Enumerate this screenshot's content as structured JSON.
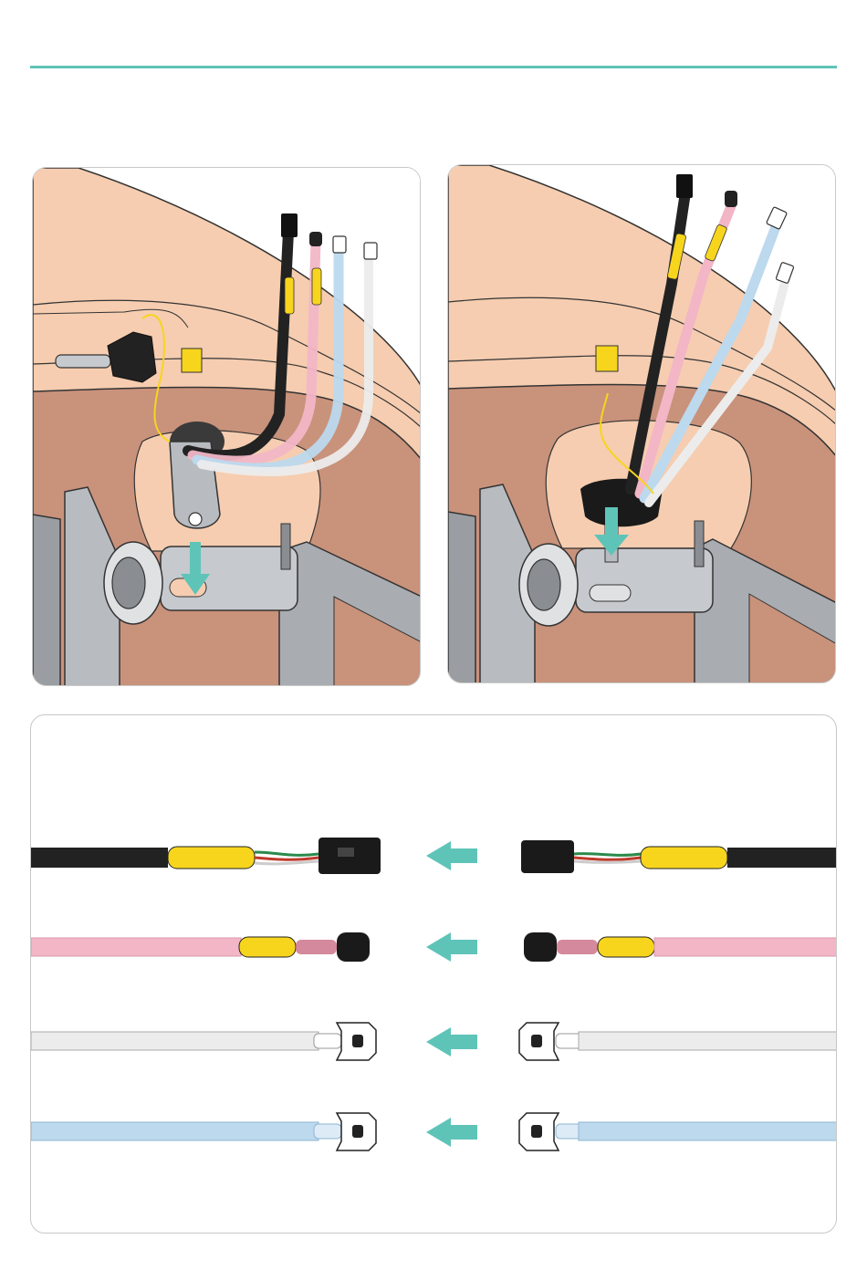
{
  "colors": {
    "accent": "#5fc4b8",
    "skin_light": "#f6cdb0",
    "skin_dark": "#c9927b",
    "metal": "#b8bcc0",
    "cable_black": "#222222",
    "cable_pink": "#f2b6c6",
    "cable_blue": "#bcd9ee",
    "cable_white": "#ececec",
    "sleeve_yellow": "#f7d51d"
  },
  "icons": {
    "insert_arrow": "arrow-down-icon",
    "connect_arrow": "arrow-left-icon"
  },
  "connections": [
    {
      "cable": "black",
      "connector": "multi-pin-electrical"
    },
    {
      "cable": "pink",
      "connector": "barbed-tube"
    },
    {
      "cable": "white",
      "connector": "luer-clip"
    },
    {
      "cable": "blue",
      "connector": "luer-clip"
    }
  ]
}
